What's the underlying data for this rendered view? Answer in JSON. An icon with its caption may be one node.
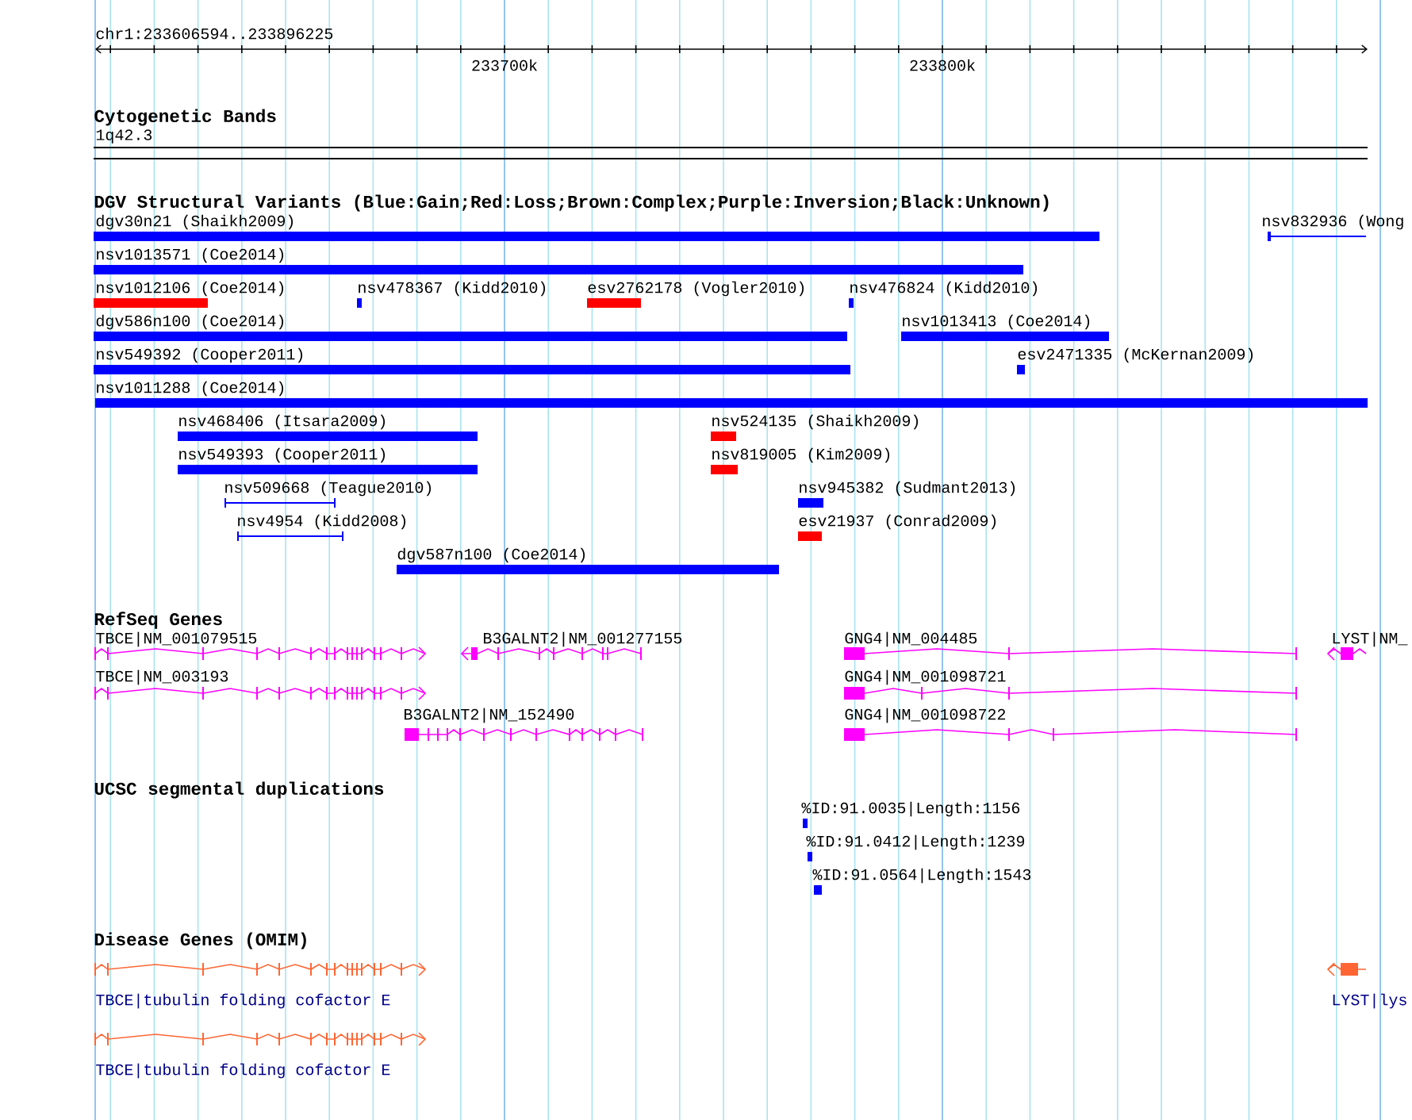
{
  "diagram": {
    "labels": [
      "chr1:233606594..233896225",
      "233700k",
      "233800k",
      "Cytogenetic Bands",
      "1q42.3",
      "DGV Structural Variants (Blue:Gain;Red:Loss;Brown:Complex;Purple:Inversion;Black:Unknown)",
      "dgv30n21 (Shaikh2009)",
      "nsv832936 (Wong",
      "nsv1013571 (Coe2014)",
      "nsv1012106 (Coe2014)",
      "nsv478367 (Kidd2010)",
      "esv2762178 (Vogler2010)",
      "nsv476824 (Kidd2010)",
      "dgv586n100 (Coe2014)",
      "nsv1013413 (Coe2014)",
      "nsv549392 (Cooper2011)",
      "esv2471335 (McKernan2009)",
      "nsv1011288 (Coe2014)",
      "nsv468406 (Itsara2009)",
      "nsv524135 (Shaikh2009)",
      "nsv549393 (Cooper2011)",
      "nsv819005 (Kim2009)",
      "nsv509668 (Teague2010)",
      "nsv945382 (Sudmant2013)",
      "nsv4954 (Kidd2008)",
      "esv21937 (Conrad2009)",
      "dgv587n100 (Coe2014)",
      "RefSeq Genes",
      "TBCE|NM_001079515",
      "B3GALNT2|NM_001277155",
      "GNG4|NM_004485",
      "LYST|NM_",
      "TBCE|NM_003193",
      "GNG4|NM_001098721",
      "B3GALNT2|NM_152490",
      "GNG4|NM_001098722",
      "UCSC segmental duplications",
      "%ID:91.0035|Length:1156",
      "%ID:91.0412|Length:1239",
      "%ID:91.0564|Length:1543",
      "Disease Genes (OMIM)",
      "TBCE|tubulin folding cofactor E",
      "LYST|lys",
      "TBCE|tubulin folding cofactor E"
    ]
  }
}
